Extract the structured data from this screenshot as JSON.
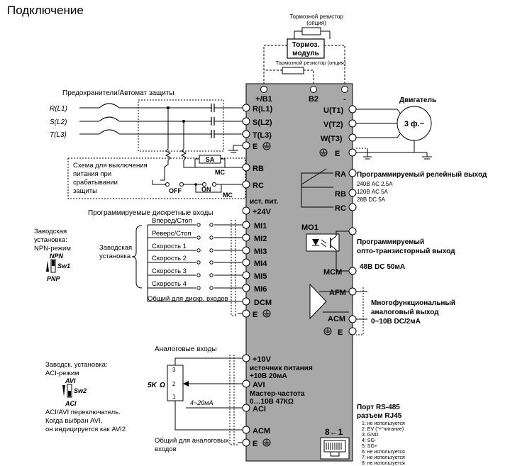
{
  "title": "Подключение",
  "brake": {
    "top_label": "Тормозной резистор",
    "top_opt": "(опция)",
    "module_line1": "Тормоз.",
    "module_line2": "модуль",
    "mid_label": "Тормозной резистор (опция)"
  },
  "fuses_label": "Предохранители/Автомат защиты",
  "inputs": [
    "R(L1)",
    "S(L2)",
    "T(L3)"
  ],
  "cutoff_note": [
    "Схема для выключения",
    "питания при",
    "срабатывании",
    "защиты"
  ],
  "cutoff_labels": {
    "sa": "SA",
    "mc1": "MC",
    "off": "OFF",
    "on": "ON",
    "mc2": "MC"
  },
  "left_terminals": {
    "b1": "+/B1",
    "r": "R(L1)",
    "s": "S(L2)",
    "t": "T(L3)",
    "e": "E",
    "rb": "RB",
    "rc": "RC",
    "supply_label": "ист. пит.",
    "supply": "+24V",
    "mi": [
      "MI1",
      "MI2",
      "MI3",
      "MI4",
      "MI5",
      "MI6"
    ],
    "dcm": "DCM",
    "e2": "E",
    "v10": "+10V",
    "v10_note1": "источник питания",
    "v10_note2": "+10В 20мА",
    "avi": "AVI",
    "avi_note1": "Мастер-частота",
    "avi_note2": "0…10В 47КΩ",
    "aci": "ACI",
    "acm": "ACM",
    "e3": "E"
  },
  "right_terminals": {
    "b2": "B2",
    "minus": "-",
    "u": "U(T1)",
    "v": "V(T2)",
    "w": "W(T3)",
    "e": "E",
    "ra": "RA",
    "rb": "RB",
    "rc": "RC",
    "mo1": "MO1",
    "mcm": "MCM",
    "afm": "AFM",
    "acm": "ACM",
    "e2": "E",
    "rs485": "8←1"
  },
  "motor": {
    "title": "Двигатель",
    "label": "3 ф.~"
  },
  "relay": {
    "title": "Программируемый релейный выход",
    "specs": [
      "240В АС 2.5А",
      "120В АС 5А",
      "28В DC   5А"
    ]
  },
  "opto": {
    "line1": "Программируемый",
    "line2": "опто-транзисторный выход",
    "spec": "48В DC 50мА"
  },
  "analog_out": {
    "line1": "Многофункциональный",
    "line2": "аналоговый выход",
    "line3": "0~10В DC/2мА"
  },
  "digital_inputs": {
    "title": "Программируемые дискретные входы",
    "labels": [
      "Вперед/Стоп",
      "Реверс/Стоп",
      "Скорость 1",
      "Скорость 2",
      "Скорость 3",
      "Скорость 4"
    ],
    "factory": [
      "Заводская",
      "установка"
    ],
    "common": "Общий для дискр. входов"
  },
  "npn": {
    "line1": "Заводская",
    "line2": "установка:",
    "line3": "NPN-режим",
    "npn": "NPN",
    "sw": "Sw1",
    "pnp": "PNP"
  },
  "aci_mode": {
    "line1": "Заводск. установка:",
    "line2": "ACI-режим",
    "avi": "AVI",
    "sw": "Sw2",
    "aci": "ACI",
    "note": [
      "ACI/AVI переключатель.",
      "Когда выбран  AVI,",
      "он индицируется как AVI2"
    ]
  },
  "analog_inputs": {
    "title": "Аналоговые входы",
    "pot": "5K",
    "ohm": "Ω",
    "pins": [
      "3",
      "2",
      "1"
    ],
    "current": "4~20мА",
    "common1": "Общий для аналоговых",
    "common2": "входов"
  },
  "rs485": {
    "title1": "Порт RS-485",
    "title2": "разъем RJ45",
    "pins": [
      "1: не используется",
      "2: EV (\"+\"питание)",
      "3: GND",
      "4: SG-",
      "5: SG+",
      "6: не используется",
      "7: не используется",
      "8: не используется"
    ]
  }
}
